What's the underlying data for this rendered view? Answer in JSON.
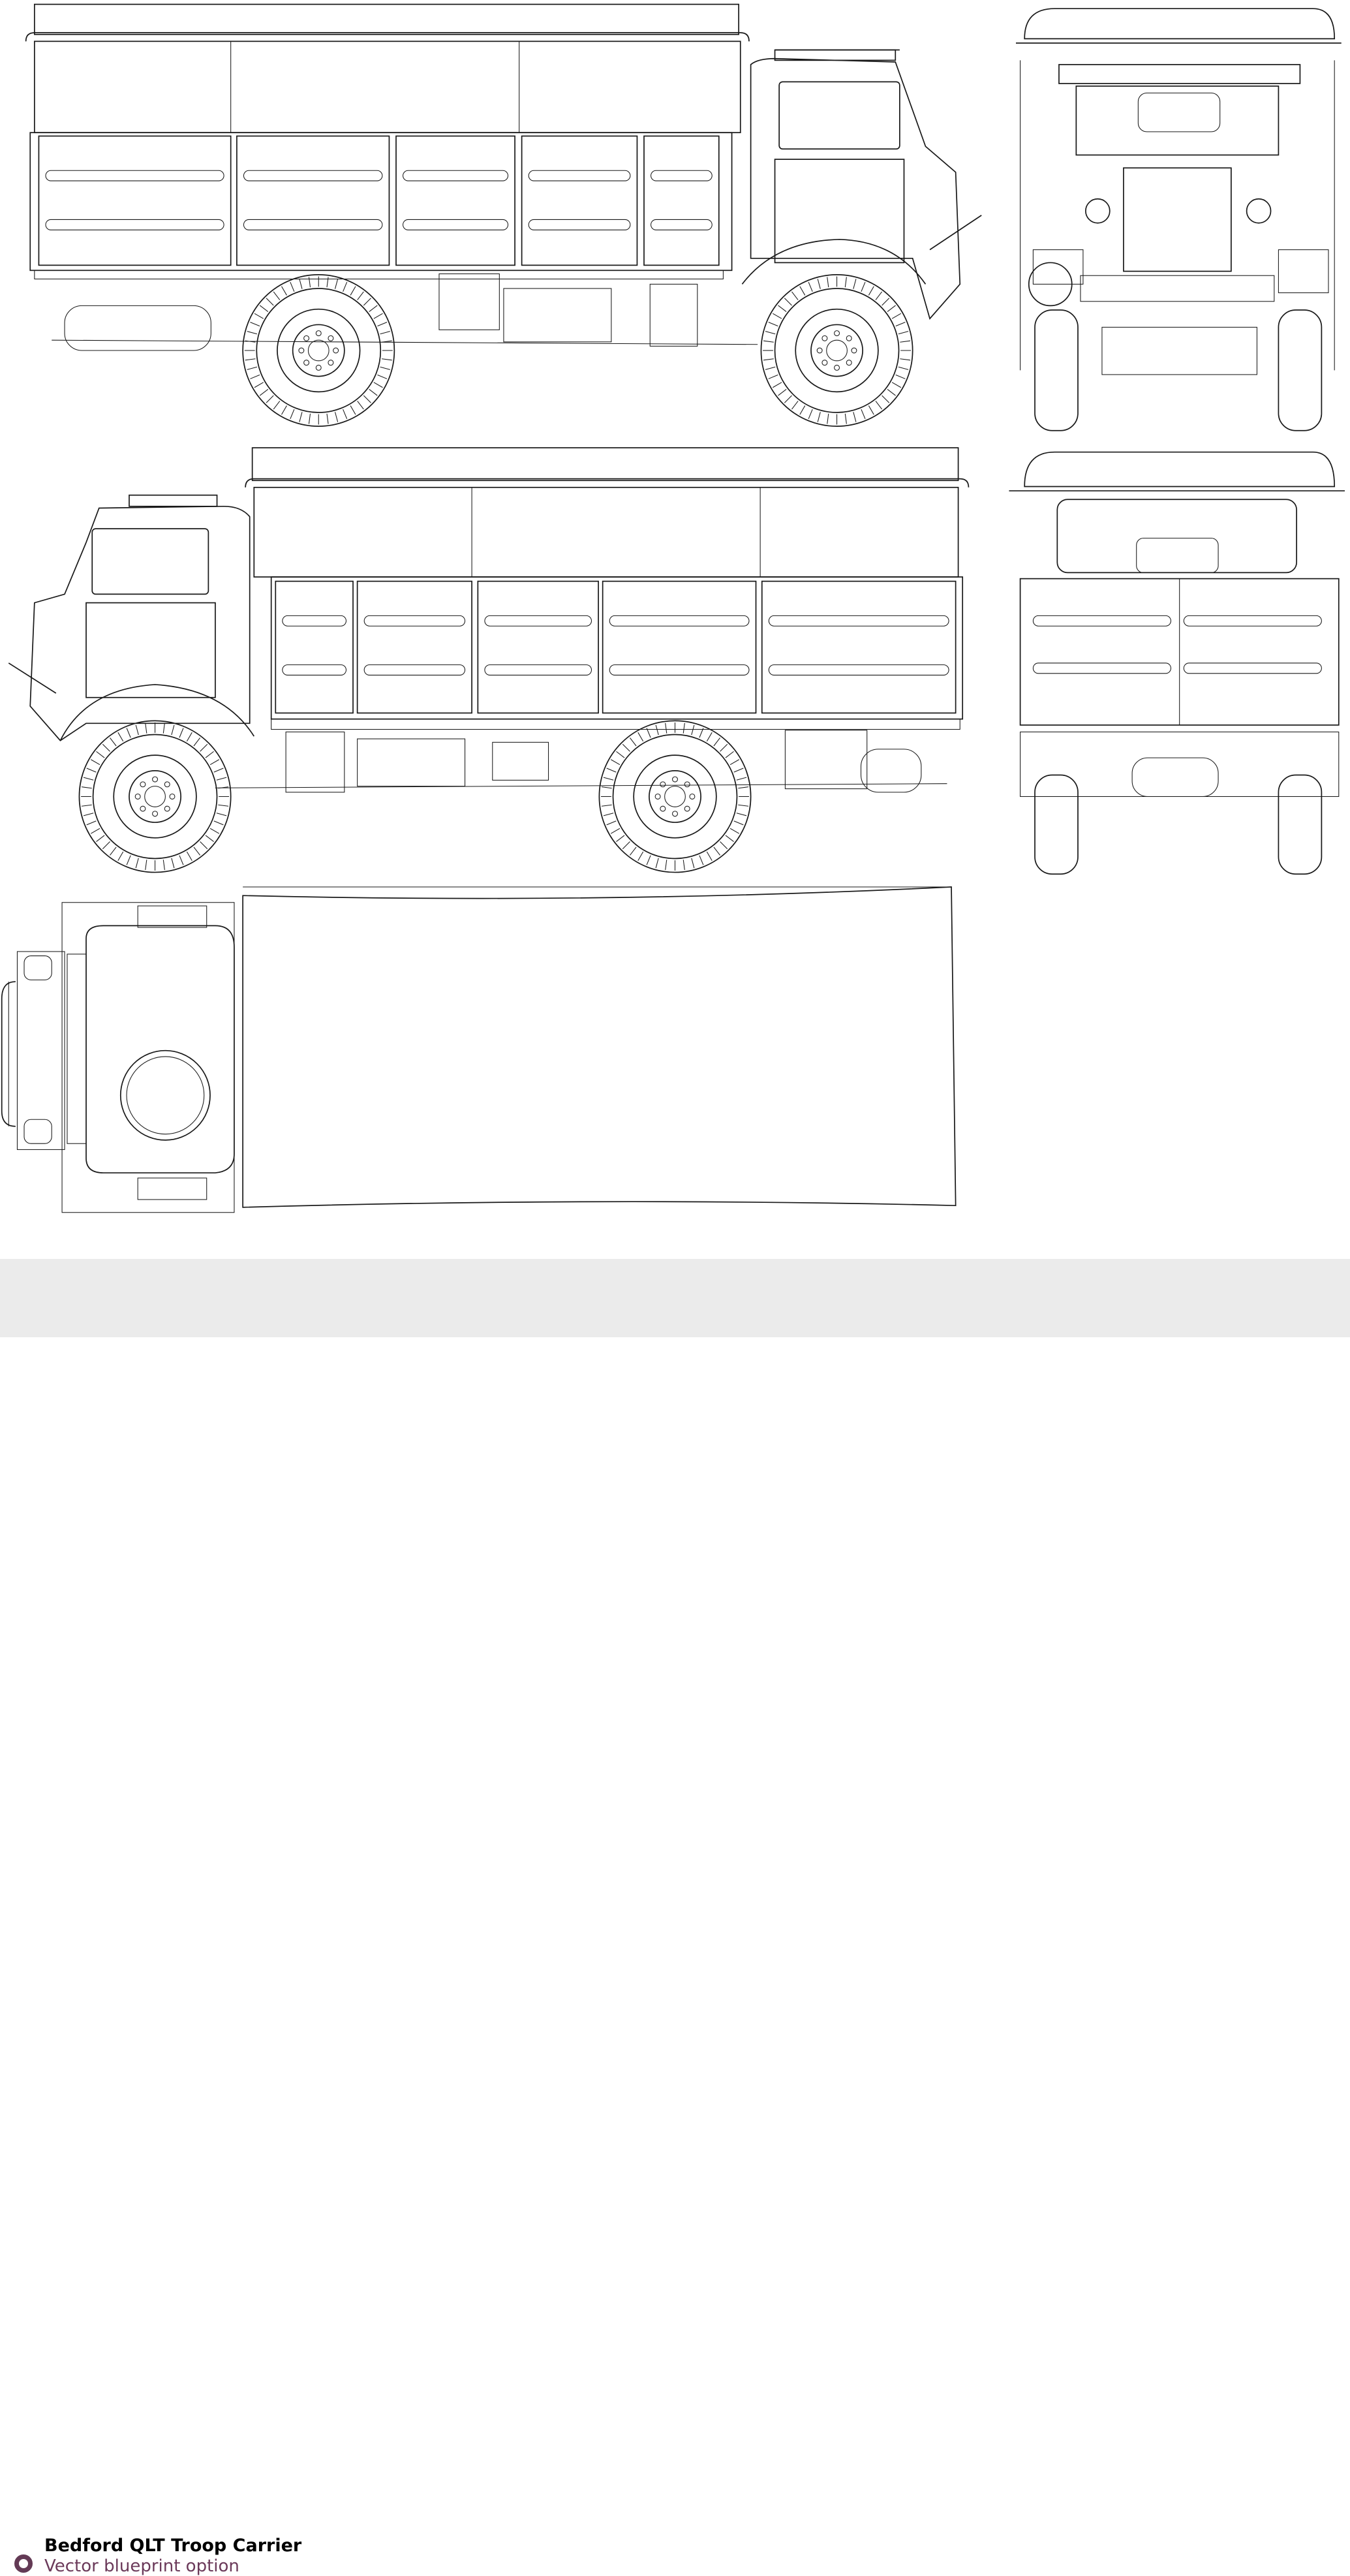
{
  "footer": {
    "title": "Bedford QLT Troop Carrier",
    "subtitle": "Vector blueprint option",
    "accent_color": "#633a55",
    "icon": "ring-icon"
  },
  "views": [
    "side-left",
    "side-right",
    "top",
    "front",
    "rear"
  ]
}
